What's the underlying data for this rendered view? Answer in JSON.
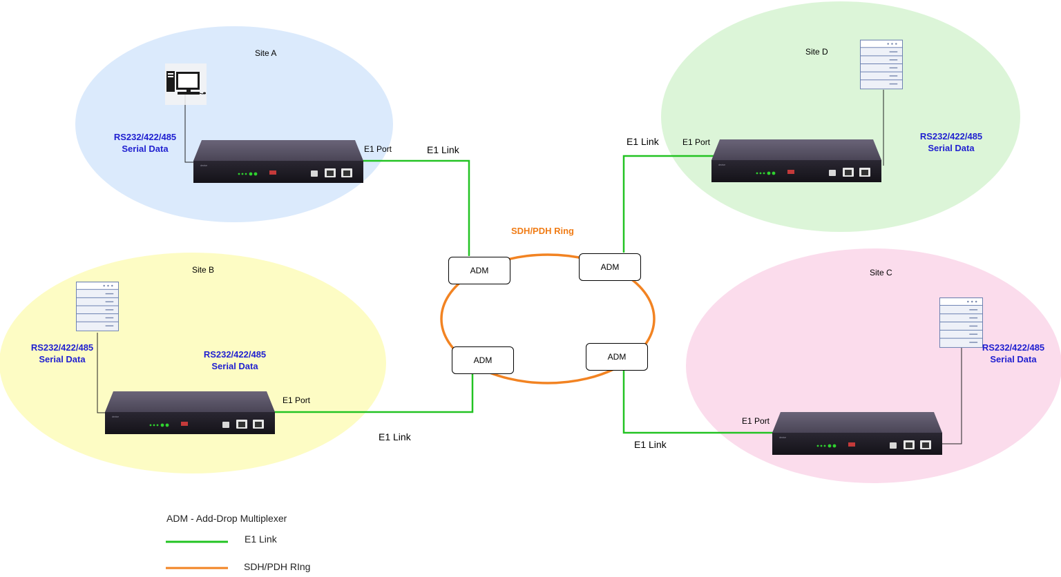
{
  "sites": {
    "a": {
      "name": "Site A",
      "serial_line1": "RS232/422/485",
      "serial_line2": "Serial Data",
      "port_label": "E1 Port"
    },
    "b": {
      "name": "Site B",
      "serial_left_line1": "RS232/422/485",
      "serial_left_line2": "Serial Data",
      "serial_right_line1": "RS232/422/485",
      "serial_right_line2": "Serial Data",
      "port_label": "E1 Port"
    },
    "c": {
      "name": "Site C",
      "serial_line1": "RS232/422/485",
      "serial_line2": "Serial Data",
      "port_label": "E1 Port"
    },
    "d": {
      "name": "Site D",
      "serial_line1": "RS232/422/485",
      "serial_line2": "Serial Data",
      "port_label": "E1 Port"
    }
  },
  "links": {
    "a": "E1 Link",
    "b": "E1 Link",
    "c": "E1 Link",
    "d": "E1 Link"
  },
  "ring": {
    "title": "SDH/PDH Ring",
    "adm_top_left": "ADM",
    "adm_top_right": "ADM",
    "adm_bottom_left": "ADM",
    "adm_bottom_right": "ADM"
  },
  "legend": {
    "adm_def": "ADM - Add-Drop Multiplexer",
    "e1_link": "E1 Link",
    "sdh_ring": "SDH/PDH RIng"
  },
  "colors": {
    "site_a": "#dbeafc",
    "site_b": "#fdfcc4",
    "site_c": "#fbdcec",
    "site_d": "#dcf5d8",
    "e1_link": "#22c322",
    "ring": "#f28322",
    "serial_text": "#1f1fd0"
  }
}
